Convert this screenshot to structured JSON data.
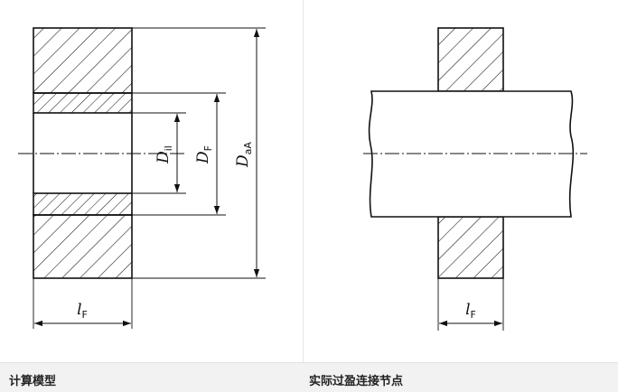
{
  "captions": {
    "left": "计算模型",
    "right": "实际过盈连接节点"
  },
  "labels": {
    "d_il": {
      "main": "D",
      "sub": "il"
    },
    "d_f": {
      "main": "D",
      "sub": "F"
    },
    "d_aa": {
      "main": "D",
      "sub": "aA"
    },
    "l_f_left": {
      "main": "l",
      "sub": "F"
    },
    "l_f_right": {
      "main": "l",
      "sub": "F"
    }
  },
  "colors": {
    "line": "#111111",
    "caption_bg": "#f2f2f2",
    "caption_text": "#222222"
  }
}
